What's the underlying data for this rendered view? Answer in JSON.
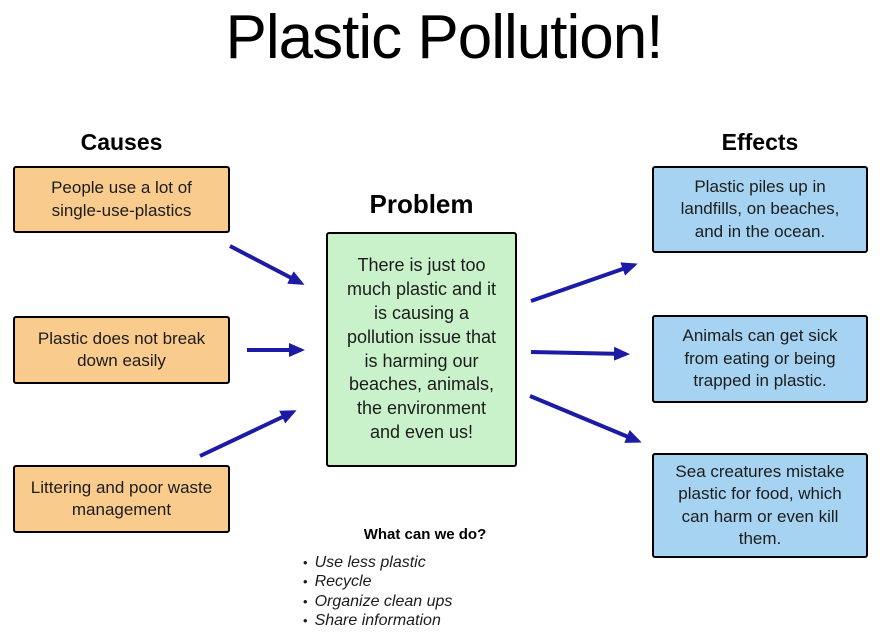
{
  "title": "Plastic Pollution!",
  "causes": {
    "heading": "Causes",
    "items": [
      "People use a lot of single-use-plastics",
      "Plastic does not break down easily",
      "Littering and poor waste management"
    ]
  },
  "problem": {
    "heading": "Problem",
    "text": "There is just too much plastic and it is causing a pollution issue that is harming our beaches, animals, the environment and even us!"
  },
  "effects": {
    "heading": "Effects",
    "items": [
      "Plastic piles up in landfills, on beaches, and in the ocean.",
      "Animals can get sick from eating or being trapped in plastic.",
      "Sea creatures mistake plastic for food, which can harm or even kill them."
    ]
  },
  "actions": {
    "heading": "What can we do?",
    "bullet": "•",
    "items": [
      "Use less plastic",
      "Recycle",
      "Organize clean ups",
      "Share information"
    ]
  },
  "colors": {
    "cause_fill": "#f9cb8c",
    "effect_fill": "#a5d3f1",
    "problem_fill": "#c9f1ca",
    "arrow": "#1b1ba6",
    "border": "#000000",
    "background": "#ffffff"
  }
}
